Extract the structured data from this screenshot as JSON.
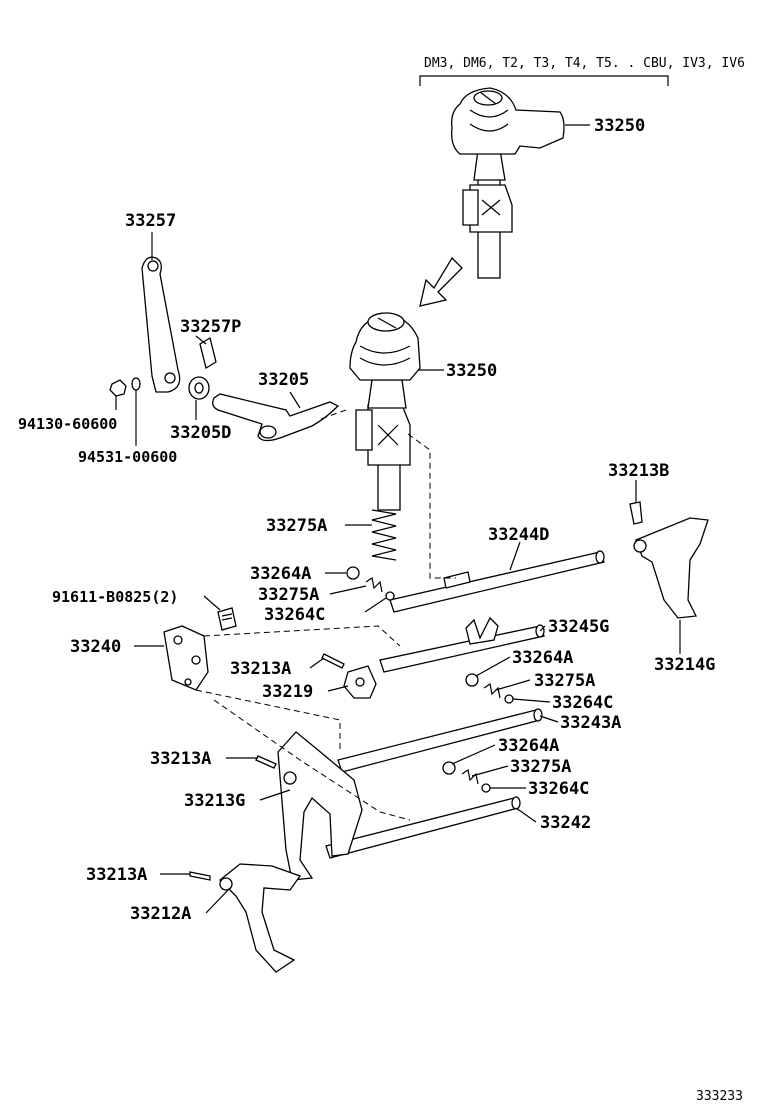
{
  "variant_note": "DM3, DM6, T2, T3, T4, T5. . CBU, IV3, IV6",
  "diagram_code": "333233",
  "labels": {
    "l33250_top": "33250",
    "l33257": "33257",
    "l33257P": "33257P",
    "l33205": "33205",
    "l33250_mid": "33250",
    "l94130": "94130-60600",
    "l33205D": "33205D",
    "l94531": "94531-00600",
    "l33213B": "33213B",
    "l33275A_1": "33275A",
    "l33244D": "33244D",
    "l33264A_1": "33264A",
    "l33275A_2": "33275A",
    "l33264C_1": "33264C",
    "l91611": "91611-B0825(2)",
    "l33245G": "33245G",
    "l33240": "33240",
    "l33264A_2": "33264A",
    "l33214G": "33214G",
    "l33213A_1": "33213A",
    "l33275A_3": "33275A",
    "l33219": "33219",
    "l33264C_2": "33264C",
    "l33243A": "33243A",
    "l33264A_3": "33264A",
    "l33213A_2": "33213A",
    "l33275A_4": "33275A",
    "l33264C_3": "33264C",
    "l33213G": "33213G",
    "l33242": "33242",
    "l33213A_3": "33213A",
    "l33212A": "33212A"
  }
}
